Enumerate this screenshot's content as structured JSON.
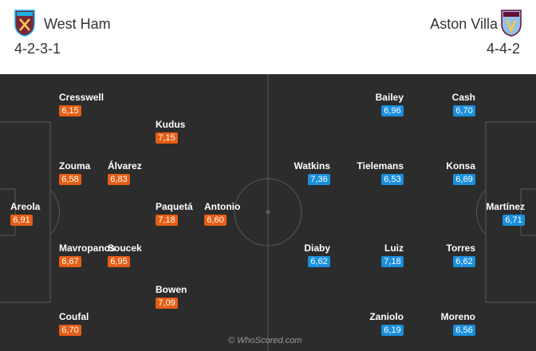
{
  "home": {
    "name": "West Ham",
    "formation": "4-2-3-1",
    "colors": {
      "rating_bg": "#e55e15",
      "crest_primary": "#7a263a",
      "crest_secondary": "#1bb1e7"
    },
    "players": [
      {
        "name": "Cresswell",
        "rating": "6,15"
      },
      {
        "name": "Kudus",
        "rating": "7,15"
      },
      {
        "name": "Zouma",
        "rating": "6,58"
      },
      {
        "name": "Álvarez",
        "rating": "6,83"
      },
      {
        "name": "Areola",
        "rating": "6,91"
      },
      {
        "name": "Paquetá",
        "rating": "7,18"
      },
      {
        "name": "Antonio",
        "rating": "6,60"
      },
      {
        "name": "Mavropanos",
        "rating": "6,67"
      },
      {
        "name": "Soucek",
        "rating": "6,95"
      },
      {
        "name": "Bowen",
        "rating": "7,09"
      },
      {
        "name": "Coufal",
        "rating": "6,70"
      }
    ]
  },
  "away": {
    "name": "Aston Villa",
    "formation": "4-4-2",
    "colors": {
      "rating_bg": "#1a8fdc",
      "crest_primary": "#95bfe5",
      "crest_secondary": "#670e36"
    },
    "players": [
      {
        "name": "Bailey",
        "rating": "6,96"
      },
      {
        "name": "Cash",
        "rating": "6,70"
      },
      {
        "name": "Watkins",
        "rating": "7,36"
      },
      {
        "name": "Tielemans",
        "rating": "6,53"
      },
      {
        "name": "Konsa",
        "rating": "6,69"
      },
      {
        "name": "Martínez",
        "rating": "6,71"
      },
      {
        "name": "Diaby",
        "rating": "6,62"
      },
      {
        "name": "Luiz",
        "rating": "7,18"
      },
      {
        "name": "Torres",
        "rating": "6,62"
      },
      {
        "name": "Zaniolo",
        "rating": "6,19"
      },
      {
        "name": "Moreno",
        "rating": "6,56"
      }
    ]
  },
  "pitch": {
    "background": "#2c2c2c",
    "line_color": "#5a5a5a"
  },
  "watermark": "© WhoScored.com"
}
